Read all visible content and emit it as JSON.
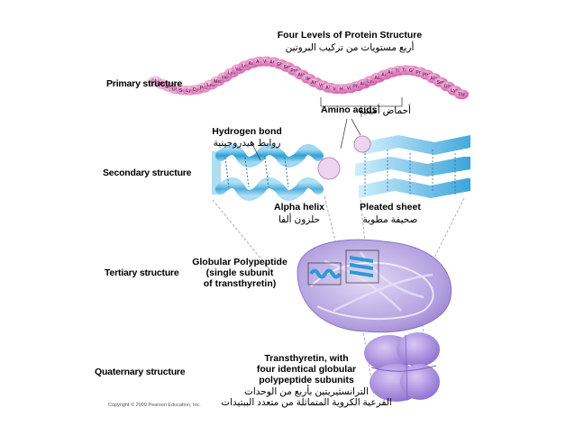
{
  "title": {
    "en": "Four Levels of Protein Structure",
    "ar": "أربع مستويات من تركيب البروتين"
  },
  "levels": {
    "primary": "Primary structure",
    "secondary": "Secondary structure",
    "tertiary": "Tertiary structure",
    "quaternary": "Quaternary structure"
  },
  "amino_acids": {
    "en": "Amino acids",
    "ar": "أحماض أمينية"
  },
  "hydrogen_bond": {
    "en": "Hydrogen bond",
    "ar": "روابط هيدروجينية"
  },
  "alpha_helix": {
    "en": "Alpha helix",
    "ar": "حلزون ألفا"
  },
  "pleated_sheet": {
    "en": "Pleated sheet",
    "ar": "صحيفة مطوية"
  },
  "globular": {
    "line1": "Globular Polypeptide",
    "line2": "(single subunit",
    "line3": "of transthyretin)"
  },
  "transthyretin": {
    "line1": "Transthyretin, with",
    "line2": "four identical globular",
    "line3": "polypeptide subunits",
    "ar1": "الترانسثيريتين بأربع من الوحدات",
    "ar2": "الفرعية الكروية المتماثلة من متعدد الببتيدات"
  },
  "amino_acid_beads": [
    "Gly",
    "Thr",
    "Gly",
    "Glu",
    "Ser",
    "Lys",
    "Cys",
    "Pro",
    "Leu",
    "Met",
    "Val",
    "Lys",
    "Val",
    "Leu",
    "Asp",
    "Ala",
    "Val",
    "Arg",
    "Gly",
    "Ser",
    "Pro",
    "Ala",
    "Ile",
    "Asn",
    "Val",
    "Ala",
    "Val",
    "His",
    "Val",
    "Phe",
    "Arg",
    "Lys",
    "Ala",
    "Ala",
    "Asp",
    "Thr",
    "Trp",
    "Glu",
    "Pro",
    "Phe",
    "Ala",
    "Ser",
    "Gly",
    "Lys",
    "Thr"
  ],
  "copyright": "Copyright © 2009 Pearson Education, Inc.",
  "colors": {
    "bead": "#e070b0",
    "helix": "#3aa6d8",
    "tertiary": "#b9a8e0",
    "quaternary": "#a88cd8",
    "guide": "#9a9a9a"
  }
}
